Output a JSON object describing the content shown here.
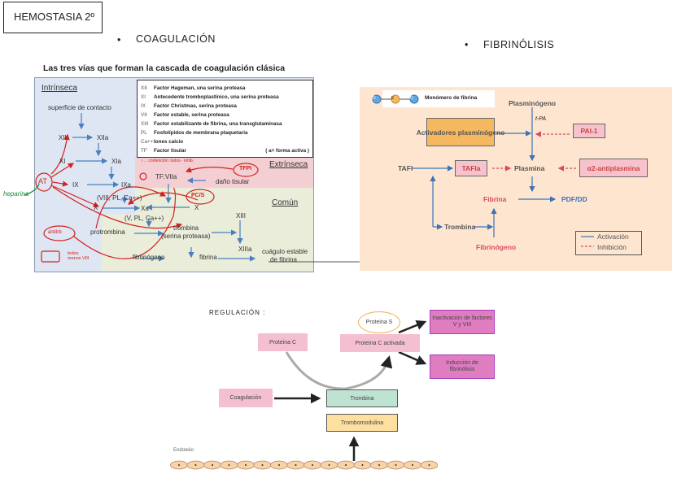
{
  "header": {
    "title": "HEMOSTASIA 2º"
  },
  "sections": {
    "coagulation": "COAGULACIÓN",
    "fibrinolysis": "FIBRINÓLISIS",
    "bullet": "•"
  },
  "coag": {
    "title": "Las tres vías que forman la cascada de coagulación clásica",
    "legend": [
      {
        "k": "XII",
        "v": "Factor Hageman, una serina proteasa"
      },
      {
        "k": "XI",
        "v": "Antecedente tromboplastínico, una serina proteasa"
      },
      {
        "k": "IX",
        "v": "Factor Christmas, serina proteasa"
      },
      {
        "k": "VII",
        "v": "Factor estable, serina proteasa"
      },
      {
        "k": "XIII",
        "v": "Factor estabilizante de fibrina, una transglutaminasa"
      },
      {
        "k": "PL",
        "v": "Fosfolípidos de membrana plaquetaria"
      },
      {
        "k": "Ca++",
        "v": "Iones calcio"
      },
      {
        "k": "TF",
        "v": "Factor tisular"
      }
    ],
    "legend_note": "( a= forma activa )",
    "regions": {
      "intrinsic": "Intrínseca",
      "extrinsic": "Extrínseca",
      "common": "Común"
    },
    "nodes": {
      "surface": "superficie de contacto",
      "xii": "XII",
      "xiia": "XIIa",
      "xi": "XI",
      "xia": "XIa",
      "ix": "IX",
      "ixa": "IXa",
      "cof8": "(VIII, PL, Ca++)",
      "x": "X",
      "xa": "Xa",
      "x2": "X",
      "cof5": "(V, PL, Ca++)",
      "prothrombin": "protrombina",
      "thrombin": "trombina",
      "thrombin_sub": "(serina proteasa)",
      "xiii": "XIII",
      "xiiia": "XIIIa",
      "fibrinogen": "fibrinógeno",
      "fibrin": "fibrina",
      "clot1": "cuágulo estable",
      "clot2": "de fibrina",
      "tfvii": "TF:VIIa",
      "damage": "daño tisular"
    },
    "annotations": {
      "at": "AT",
      "heparin": "heparina",
      "tfpi": "TFPI",
      "pcs": "PC/S",
      "antithrombin": "antitrb",
      "note_top": "○→ contención: todos - inhib.",
      "note_bottom": "todos menos VIII"
    }
  },
  "fib": {
    "monomer": "Monómero de fibrina",
    "monomer_letters": [
      "D",
      "E",
      "D"
    ],
    "plasminogen": "Plasminógeno",
    "tpa": "t-PA",
    "activators": "Activadores plasminógeno",
    "pai": "PAI-1",
    "tafi": "TAFI",
    "tafia": "TAFIa",
    "plasmin": "Plasmina",
    "antiplasmin": "α2-antiplasmina",
    "fibrin": "Fibrina",
    "pdf": "PDF/DD",
    "thrombin": "Trombina",
    "fibrinogen": "Fibrinógeno",
    "legend": {
      "activation": "Activación",
      "inhibition": "Inhibición"
    },
    "colors": {
      "bg": "#fde5cf",
      "activators": "#f5b860",
      "pink": "#f6c3cd",
      "blue": "#3b73b9",
      "red": "#d94a64"
    }
  },
  "reg": {
    "title": "REGULACIÓN :",
    "protein_s": "Proteina S",
    "protein_c": "Proteina C",
    "protein_c_act": "Proteina C activada",
    "inact": "Inactivación de factores V y VIII",
    "induct": "Inducción de fibrinólisis",
    "coag": "Coagulación",
    "thrombin": "Trombina",
    "thrombomodulin": "Trombomodulina",
    "endothelium": "Endotelio"
  }
}
